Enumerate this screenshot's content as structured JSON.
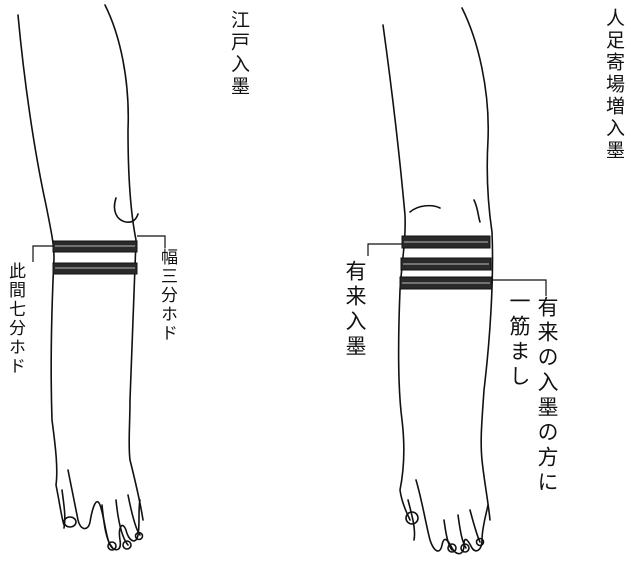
{
  "left_figure": {
    "title": "江戸入墨",
    "width_label": "幅三分ホド",
    "spacing_label": "此間七分ホド"
  },
  "right_figure": {
    "title": "人足寄場増入墨",
    "existing_label": "有来入墨",
    "added_label_1": "有来の入墨の方に",
    "added_label_2": "一筋まし"
  },
  "colors": {
    "ink": "#111111",
    "band_fill": "#2a2a2a",
    "paper": "#ffffff"
  }
}
